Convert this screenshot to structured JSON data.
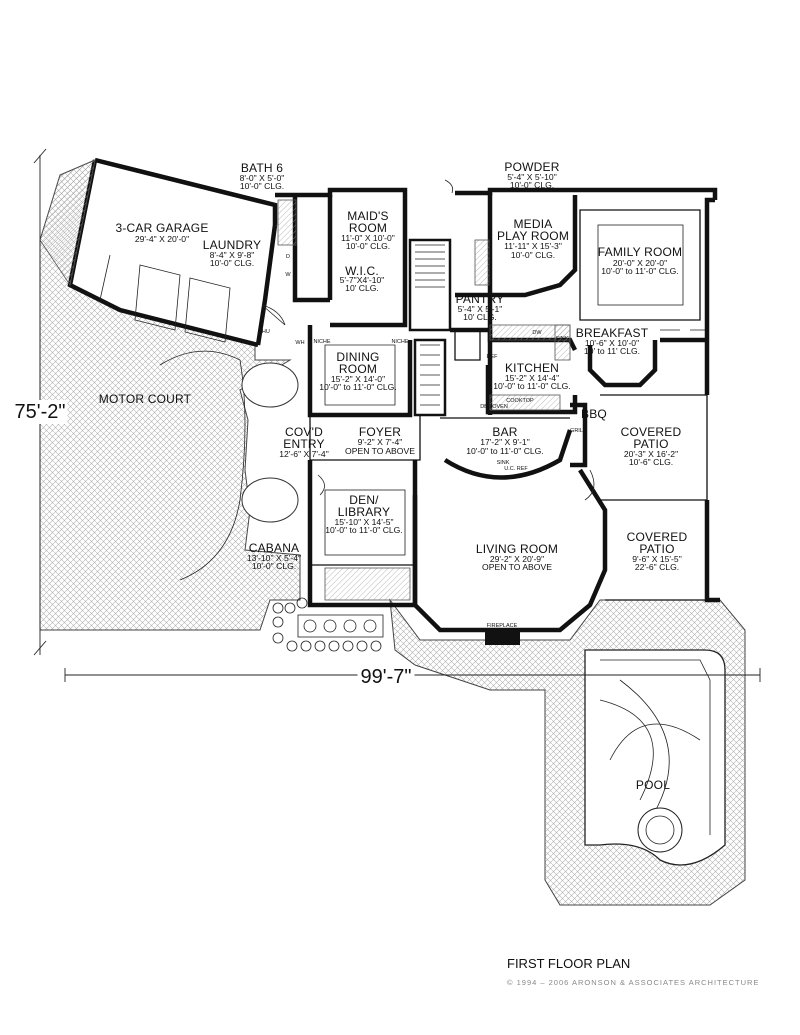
{
  "plan": {
    "title": "FIRST FLOOR PLAN",
    "copyright": "© 1994 – 2006 ARONSON & ASSOCIATES ARCHITECTURE",
    "dimensions": {
      "width": "99'-7\"",
      "depth": "75'-2\""
    },
    "rooms": {
      "bath6": {
        "name": "BATH 6",
        "size": "8'-0\" X 5'-0\"",
        "ceiling": "10'-0\" CLG."
      },
      "powder": {
        "name": "POWDER",
        "size": "5'-4\" X 5'-10\"",
        "ceiling": "10'-0\" CLG."
      },
      "garage": {
        "name": "3-CAR GARAGE",
        "size": "29'-4\" X 20'-0\""
      },
      "maids": {
        "name1": "MAID'S",
        "name2": "ROOM",
        "size": "11'-0\" X 10'-0\"",
        "ceiling": "10'-0\" CLG."
      },
      "media": {
        "name1": "MEDIA",
        "name2": "PLAY ROOM",
        "size": "11'-11\" X 15'-3\"",
        "ceiling": "10'-0\" CLG."
      },
      "family": {
        "name": "FAMILY ROOM",
        "size": "20'-0\" X 20'-0\"",
        "ceiling": "10'-0\" to 11'-0\" CLG."
      },
      "laundry": {
        "name": "LAUNDRY",
        "size": "8'-4\" X 9'-8\"",
        "ceiling": "10'-0\" CLG."
      },
      "wic": {
        "name": "W.I.C.",
        "size": "5'-7\"X4'-10\"",
        "ceiling": "10' CLG."
      },
      "pantry": {
        "name": "PANTRY",
        "size": "5'-4\" X 5'-1\"",
        "ceiling": "10' CLG."
      },
      "breakfast": {
        "name": "BREAKFAST",
        "size": "10'-6\" X 10'-0\"",
        "ceiling": "10' to 11' CLG."
      },
      "dining": {
        "name1": "DINING",
        "name2": "ROOM",
        "size": "15'-2\" X 14'-0\"",
        "ceiling": "10'-0\" to 11'-0\" CLG."
      },
      "kitchen": {
        "name": "KITCHEN",
        "size": "15'-2\" X 14'-4\"",
        "ceiling": "10'-0\" to 11'-0\" CLG."
      },
      "motorcourt": {
        "name": "MOTOR COURT"
      },
      "bbq": {
        "name": "BBQ"
      },
      "coveredpatio1": {
        "name1": "COVERED",
        "name2": "PATIO",
        "size": "20'-3\" X 16'-2\"",
        "ceiling": "10'-6\" CLG."
      },
      "covdentry": {
        "name1": "COV'D",
        "name2": "ENTRY",
        "size": "12'-6\" X 7'-4\""
      },
      "foyer": {
        "name": "FOYER",
        "size": "9'-2\" X 7'-4\"",
        "note": "OPEN TO ABOVE"
      },
      "bar": {
        "name": "BAR",
        "size": "17'-2\" X 9'-1\"",
        "ceiling": "10'-0\" to 11'-0\" CLG."
      },
      "den": {
        "name1": "DEN/",
        "name2": "LIBRARY",
        "size": "15'-10\" X 14'-5\"",
        "ceiling": "10'-0\" to 11'-0\" CLG."
      },
      "living": {
        "name": "LIVING ROOM",
        "size": "29'-2\" X 20'-9\"",
        "note": "OPEN TO ABOVE"
      },
      "coveredpatio2": {
        "name1": "COVERED",
        "name2": "PATIO",
        "size": "9'-6\" X 15'-5\"",
        "ceiling": "22'-6\" CLG."
      },
      "cabana": {
        "name": "CABANA",
        "size": "13'-10\" X 5'-4\"",
        "ceiling": "10'-0\" CLG."
      },
      "pool": {
        "name": "POOL"
      }
    },
    "fixtures": {
      "fireplace": "FIREPLACE",
      "cooktop": "COOKTOP",
      "dw": "DW",
      "sink": "SINK",
      "ref": "REF",
      "ahu": "AHU",
      "wh": "WH",
      "niche1": "NICHE",
      "niche2": "NICHE",
      "grill": "GRILL",
      "washer": "W",
      "dryer": "D",
      "oven": "DBL OVEN",
      "ucref": "U.C. REF",
      "barsink": "SINK"
    }
  }
}
